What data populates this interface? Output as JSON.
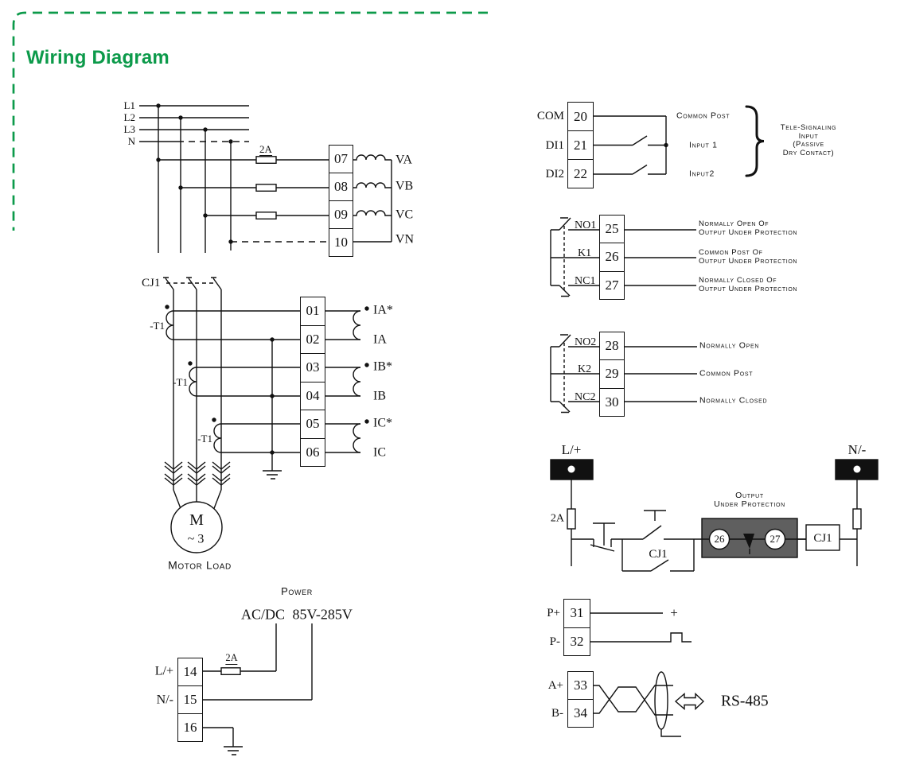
{
  "title": "Wiring Diagram",
  "colors": {
    "accent_green": "#0c9a4a",
    "protection_box_gray": "#5f5f5f"
  },
  "left": {
    "phases": [
      "L1",
      "L2",
      "L3",
      "N"
    ],
    "fuse_label": "2A",
    "voltage_terminals": [
      {
        "num": "07",
        "signal": "VA"
      },
      {
        "num": "08",
        "signal": "VB"
      },
      {
        "num": "09",
        "signal": "VC"
      },
      {
        "num": "10",
        "signal": "VN"
      }
    ],
    "contactor_label": "CJ1",
    "ct_label": "-T1",
    "current_terminals": [
      {
        "num": "01",
        "signal": "IA*"
      },
      {
        "num": "02",
        "signal": "IA"
      },
      {
        "num": "03",
        "signal": "IB*"
      },
      {
        "num": "04",
        "signal": "IB"
      },
      {
        "num": "05",
        "signal": "IC*"
      },
      {
        "num": "06",
        "signal": "IC"
      }
    ],
    "motor": {
      "letter": "M",
      "phases": "~ 3",
      "caption": "Motor Load"
    },
    "power": {
      "caption": "Power",
      "rating": "AC/DC 85V-285V",
      "fuse_label": "2A",
      "terminals": [
        {
          "label": "L/+",
          "num": "14"
        },
        {
          "label": "N/-",
          "num": "15"
        },
        {
          "label": "",
          "num": "16"
        }
      ]
    }
  },
  "right": {
    "digital_inputs": {
      "terminals": [
        {
          "label": "COM",
          "num": "20",
          "desc": "Common Post"
        },
        {
          "label": "DI1",
          "num": "21",
          "desc": "Input 1"
        },
        {
          "label": "DI2",
          "num": "22",
          "desc": "Input2"
        }
      ],
      "brace_note": [
        "Tele-Signaling",
        "Input",
        "(Passive",
        "Dry Contact)"
      ]
    },
    "relay1": {
      "terminals": [
        {
          "label": "NO1",
          "num": "25",
          "desc": [
            "Normally Open Of",
            "Output Under Protection"
          ]
        },
        {
          "label": "K1",
          "num": "26",
          "desc": [
            "Common Post Of",
            "Output Under Protection"
          ]
        },
        {
          "label": "NC1",
          "num": "27",
          "desc": [
            "Normally Closed Of",
            "Output Under Protection"
          ]
        }
      ]
    },
    "relay2": {
      "terminals": [
        {
          "label": "NO2",
          "num": "28",
          "desc": "Normally Open"
        },
        {
          "label": "K2",
          "num": "29",
          "desc": "Common Post"
        },
        {
          "label": "NC2",
          "num": "30",
          "desc": "Normally Closed"
        }
      ]
    },
    "control": {
      "line_label": "L/+",
      "neutral_label": "N/-",
      "fuse_label": "2A",
      "aux_contact_label": "CJ1",
      "box_caption": [
        "Output",
        "Under Protection"
      ],
      "box_terminals": [
        "26",
        "27"
      ],
      "coil_label": "CJ1"
    },
    "pulse": {
      "terminals": [
        {
          "label": "P+",
          "num": "31"
        },
        {
          "label": "P-",
          "num": "32"
        }
      ],
      "plus_sign": "+"
    },
    "comm": {
      "terminals": [
        {
          "label": "A+",
          "num": "33"
        },
        {
          "label": "B-",
          "num": "34"
        }
      ],
      "bus_label": "RS-485"
    }
  }
}
